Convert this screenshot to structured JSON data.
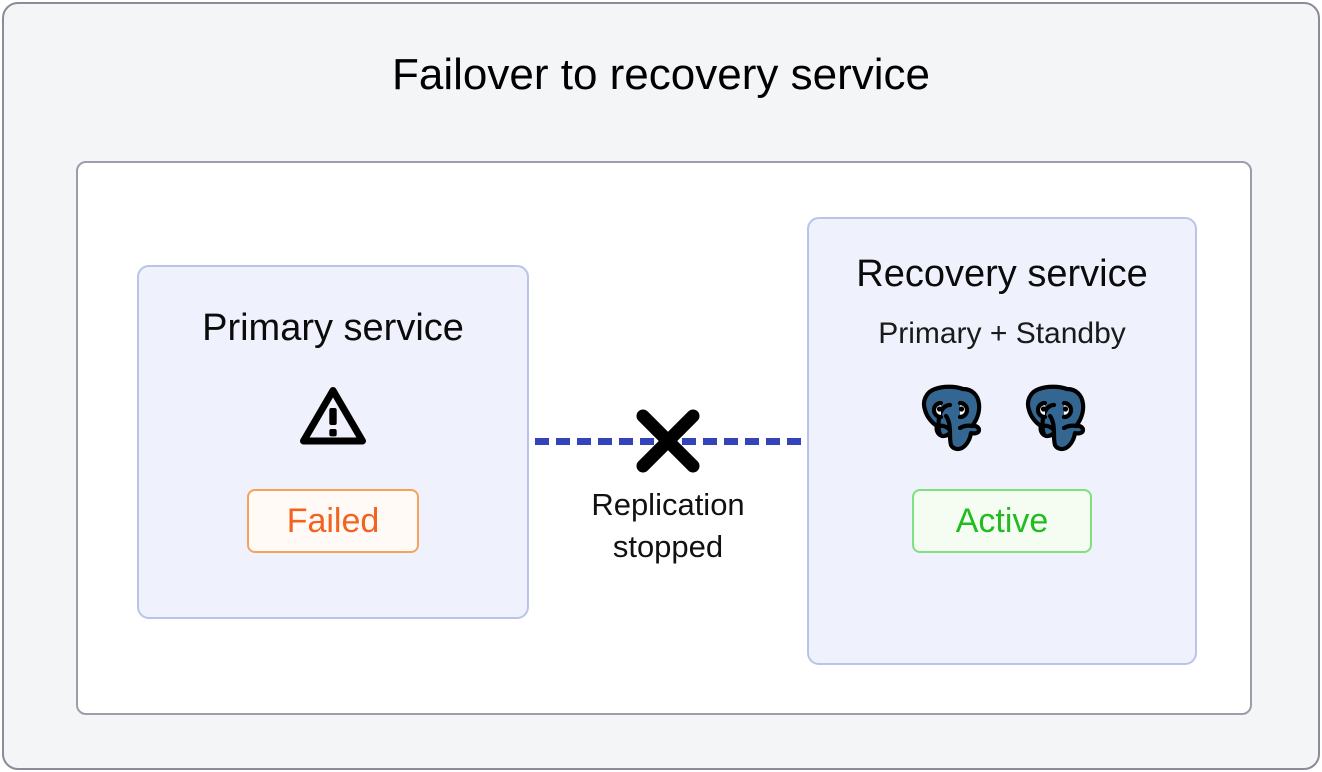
{
  "diagram": {
    "title": "Failover to recovery service",
    "primary_service": {
      "title": "Primary service",
      "icon": "warning-triangle-icon",
      "status": "Failed",
      "status_color": "#f4621f",
      "border_color": "#b9c4e8",
      "background_color": "#eff2fc"
    },
    "recovery_service": {
      "title": "Recovery service",
      "subtitle": "Primary + Standby",
      "icons": [
        "postgresql-elephant-icon",
        "postgresql-elephant-icon"
      ],
      "status": "Active",
      "status_color": "#22bb22",
      "border_color": "#b9c4e8",
      "background_color": "#eff2fc"
    },
    "connector": {
      "line_style": "dashed",
      "line_color": "#3344bb",
      "break_icon": "cross-x-icon",
      "label_line1": "Replication",
      "label_line2": "stopped"
    },
    "frame": {
      "outer_background": "#f4f5f7",
      "outer_border": "#8b8b99",
      "panel_background": "#ffffff",
      "panel_border": "#9c9cad"
    }
  }
}
